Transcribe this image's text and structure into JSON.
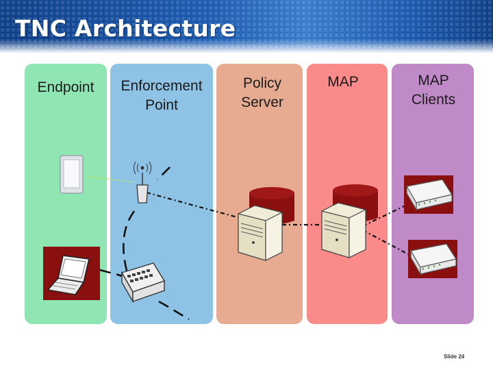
{
  "title": "TNC Architecture",
  "columns": [
    {
      "label": "Endpoint",
      "color": "#90e6b3"
    },
    {
      "label": "Enforcement\nPoint",
      "color": "#8ec3e6"
    },
    {
      "label": "Policy\nServer",
      "color": "#e6ab91"
    },
    {
      "label": "MAP",
      "color": "#fb8a8a"
    },
    {
      "label": "MAP\nClients",
      "color": "#c08ac8"
    }
  ],
  "footer": "Slide 24",
  "icons": [
    "pda-icon",
    "laptop-icon",
    "wireless-access-point-icon",
    "network-switch-icon",
    "policy-server-icon",
    "map-server-icon",
    "map-client-device-icon"
  ]
}
